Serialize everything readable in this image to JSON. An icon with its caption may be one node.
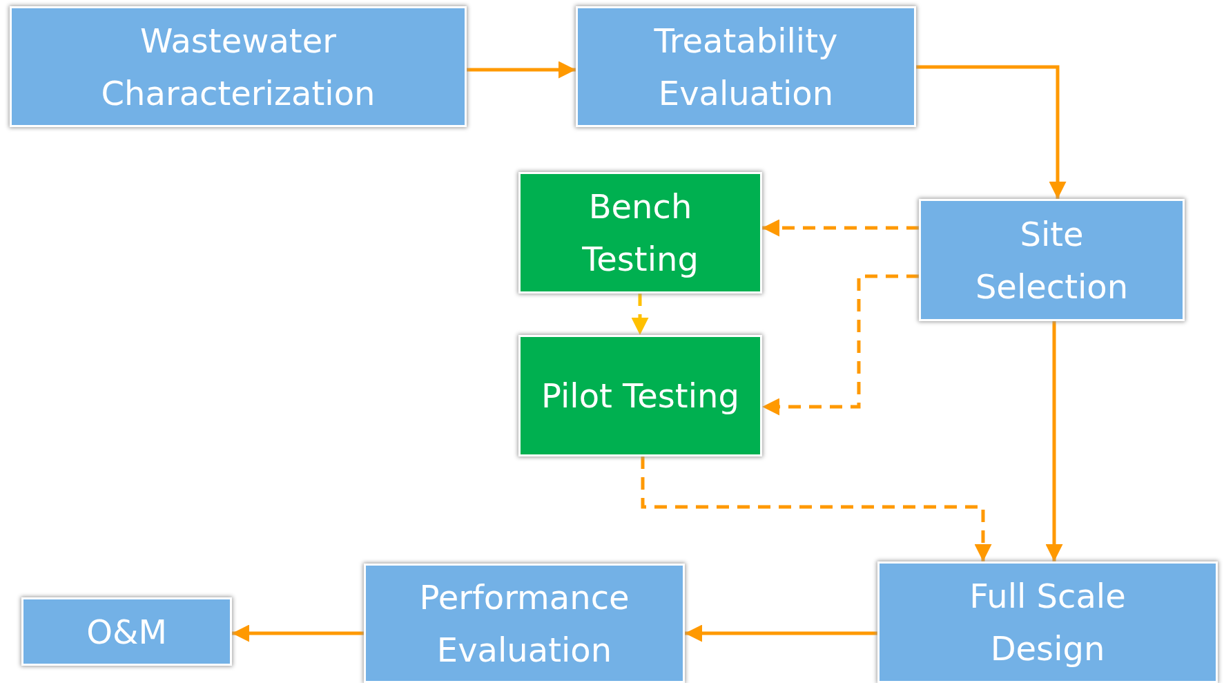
{
  "diagram": {
    "nodes": [
      {
        "text": [
          "Wastewater Characterization"
        ]
      },
      {
        "text": [
          "Treatability Evaluation"
        ]
      },
      {
        "text": [
          "Bench Testing"
        ]
      },
      {
        "text": [
          "Site Selection"
        ]
      },
      {
        "text": [
          "Pilot Testing"
        ]
      },
      {
        "text": [
          "Full Scale Design"
        ]
      },
      {
        "text": [
          "Performance Evaluation"
        ]
      },
      {
        "text": [
          "O&M"
        ]
      }
    ],
    "edges": [
      {
        "from": 0,
        "to": 1,
        "arrow": "to"
      },
      {
        "from": 1,
        "to": 3,
        "arrow": "to"
      },
      {
        "from": 3,
        "to": 2,
        "arrow": "to",
        "style": "dashed"
      },
      {
        "from": 3,
        "to": 4,
        "arrow": "to",
        "style": "dashed"
      },
      {
        "from": 2,
        "to": 4,
        "arrow": "to",
        "style": "dashed",
        "color": "#ffc000"
      },
      {
        "from": 4,
        "to": 5,
        "arrow": "to",
        "style": "dashed"
      },
      {
        "from": 3,
        "to": 5,
        "arrow": "to"
      },
      {
        "from": 5,
        "to": 6,
        "arrow": "to"
      },
      {
        "from": 6,
        "to": 7,
        "arrow": "to"
      }
    ]
  }
}
